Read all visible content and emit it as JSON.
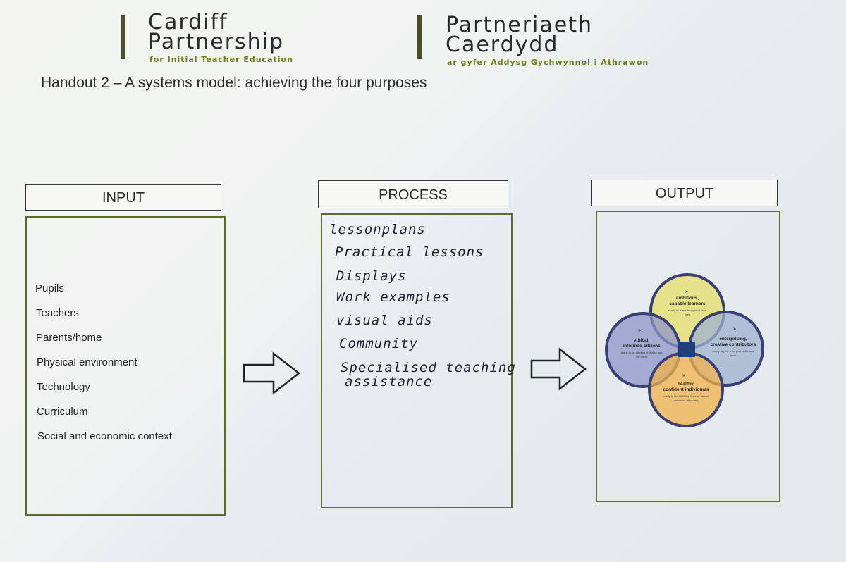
{
  "logo": {
    "en_line1": "Cardiff",
    "en_line2": "Partnership",
    "en_sub": "for Initial Teacher Education",
    "cy_line1": "Partneriaeth",
    "cy_line2": "Caerdydd",
    "cy_sub": "ar gyfer Addysg Gychwynnol i Athrawon"
  },
  "handout_title": "Handout 2 – A systems model: achieving the four purposes",
  "input": {
    "heading": "INPUT",
    "items": [
      "Pupils",
      "Teachers",
      "Parents/home",
      "Physical environment",
      "Technology",
      "Curriculum",
      "Social and economic context"
    ]
  },
  "process": {
    "heading": "PROCESS",
    "items": [
      "lessonplans",
      "Practical lessons",
      "Displays",
      "Work examples",
      "visual aids",
      "Community",
      "Specialised teaching",
      "assistance"
    ]
  },
  "output": {
    "heading": "OUTPUT",
    "purposes": [
      {
        "title1": "ambitious,",
        "title2": "capable learners",
        "desc1": "ready to learn throughout their",
        "desc2": "lives",
        "color": "#e6df6a"
      },
      {
        "title1": "enterprising,",
        "title2": "creative contributors",
        "desc1": "ready to play a full part in life and",
        "desc2": "work",
        "color": "#9fb1cf"
      },
      {
        "title1": "healthy,",
        "title2": "confident individuals",
        "desc1": "ready to lead fulfilling lives as valued",
        "desc2": "members of society",
        "color": "#f0b24a"
      },
      {
        "title1": "ethical,",
        "title2": "informed citizens",
        "desc1": "ready to be citizens of Wales and",
        "desc2": "the world",
        "color": "#8d94c7"
      }
    ]
  },
  "colors": {
    "box_border": "#5d6b2e",
    "logo_green": "#6a7a1a",
    "center_square": "#1f3f7a"
  }
}
